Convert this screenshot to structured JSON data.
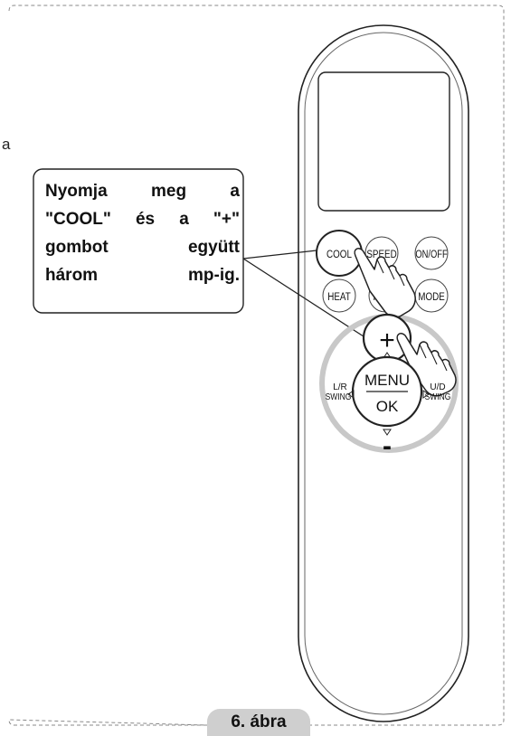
{
  "stray_letter": "a",
  "callout": {
    "lines": [
      "Nyomja meg a",
      "\"COOL\" és a \"+\"",
      "gombot együtt",
      "három mp-ig."
    ]
  },
  "remote": {
    "buttons": {
      "cool": "COOL",
      "speed": "SPEED",
      "onoff": "ON/OFF",
      "heat": "HEAT",
      "timer": "TIMER",
      "mode": "MODE"
    },
    "dpad": {
      "plus": "+",
      "minus": "-",
      "menu": "MENU",
      "ok": "OK",
      "lr_top": "L/R",
      "lr_bottom": "SWING",
      "ud_top": "U/D",
      "ud_bottom": "SWING"
    }
  },
  "caption": "6. ábra"
}
